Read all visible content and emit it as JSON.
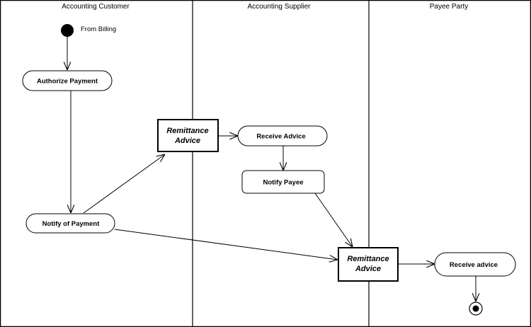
{
  "lanes": [
    {
      "title": "Accounting Customer"
    },
    {
      "title": "Accounting Supplier"
    },
    {
      "title": "Payee Party"
    }
  ],
  "initial_node": {
    "label": "From Billing"
  },
  "activities": {
    "authorize_payment": "Authorize Payment",
    "notify_of_payment": "Notify of Payment",
    "receive_advice": "Receive Advice",
    "notify_payee": "Notify Payee",
    "receive_advice_payee": "Receive advice"
  },
  "objects": {
    "remittance_advice_1": {
      "line1": "Remittance",
      "line2": "Advice"
    },
    "remittance_advice_2": {
      "line1": "Remittance",
      "line2": "Advice"
    }
  },
  "colors": {
    "stroke": "#000000",
    "background": "#ffffff"
  }
}
